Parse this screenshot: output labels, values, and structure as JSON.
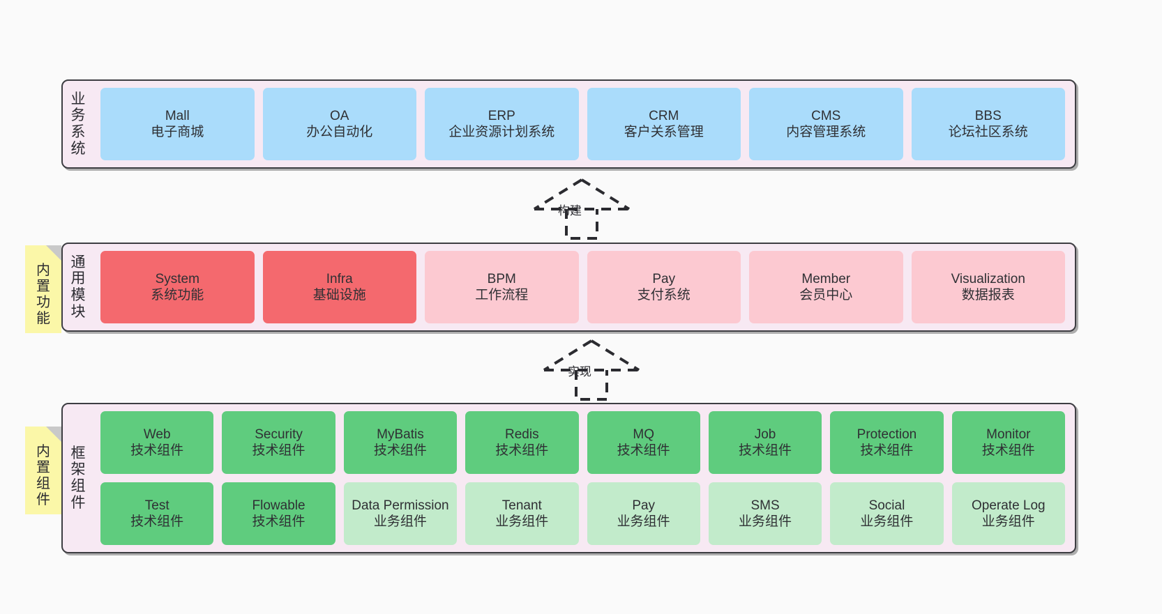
{
  "diagram": {
    "background": "#fafafa",
    "container_fill": "#f7e9f3",
    "container_border": "#3d3d42",
    "sticky_fill": "#fbf7a8"
  },
  "layers": [
    {
      "id": "business",
      "label_chars": [
        "业",
        "务",
        "系",
        "统"
      ],
      "label_text": "业务系统",
      "color": "#aadcfb",
      "cards": [
        {
          "en": "Mall",
          "cn": "电子商城",
          "style": "c-blue"
        },
        {
          "en": "OA",
          "cn": "办公自动化",
          "style": "c-blue"
        },
        {
          "en": "ERP",
          "cn": "企业资源计划系统",
          "style": "c-blue"
        },
        {
          "en": "CRM",
          "cn": "客户关系管理",
          "style": "c-blue"
        },
        {
          "en": "CMS",
          "cn": "内容管理系统",
          "style": "c-blue"
        },
        {
          "en": "BBS",
          "cn": "论坛社区系统",
          "style": "c-blue"
        }
      ]
    },
    {
      "id": "common",
      "label_chars": [
        "通",
        "用",
        "模",
        "块"
      ],
      "label_text": "通用模块",
      "color": "#f4696e",
      "cards": [
        {
          "en": "System",
          "cn": "系统功能",
          "style": "c-red"
        },
        {
          "en": "Infra",
          "cn": "基础设施",
          "style": "c-red"
        },
        {
          "en": "BPM",
          "cn": "工作流程",
          "style": "c-pink"
        },
        {
          "en": "Pay",
          "cn": "支付系统",
          "style": "c-pink"
        },
        {
          "en": "Member",
          "cn": "会员中心",
          "style": "c-pink"
        },
        {
          "en": "Visualization",
          "cn": "数据报表",
          "style": "c-pink"
        }
      ]
    },
    {
      "id": "framework",
      "label_chars": [
        "框",
        "架",
        "组",
        "件"
      ],
      "label_text": "框架组件",
      "color": "#5fcc7e",
      "cards": [
        {
          "en": "Web",
          "cn": "技术组件",
          "style": "c-green"
        },
        {
          "en": "Security",
          "cn": "技术组件",
          "style": "c-green"
        },
        {
          "en": "MyBatis",
          "cn": "技术组件",
          "style": "c-green"
        },
        {
          "en": "Redis",
          "cn": "技术组件",
          "style": "c-green"
        },
        {
          "en": "MQ",
          "cn": "技术组件",
          "style": "c-green"
        },
        {
          "en": "Job",
          "cn": "技术组件",
          "style": "c-green"
        },
        {
          "en": "Protection",
          "cn": "技术组件",
          "style": "c-green"
        },
        {
          "en": "Monitor",
          "cn": "技术组件",
          "style": "c-green"
        },
        {
          "en": "Test",
          "cn": "技术组件",
          "style": "c-green"
        },
        {
          "en": "Flowable",
          "cn": "技术组件",
          "style": "c-green"
        },
        {
          "en": "Data Permission",
          "cn": "业务组件",
          "style": "c-greenlight"
        },
        {
          "en": "Tenant",
          "cn": "业务组件",
          "style": "c-greenlight"
        },
        {
          "en": "Pay",
          "cn": "业务组件",
          "style": "c-greenlight"
        },
        {
          "en": "SMS",
          "cn": "业务组件",
          "style": "c-greenlight"
        },
        {
          "en": "Social",
          "cn": "业务组件",
          "style": "c-greenlight"
        },
        {
          "en": "Operate Log",
          "cn": "业务组件",
          "style": "c-greenlight"
        }
      ]
    }
  ],
  "stickies": [
    {
      "id": "common",
      "chars": [
        "内",
        "置",
        "功",
        "能"
      ],
      "text": "内置功能"
    },
    {
      "id": "framework",
      "chars": [
        "内",
        "置",
        "组",
        "件"
      ],
      "text": "内置组件"
    }
  ],
  "connectors": [
    {
      "id": "build",
      "label": "构建",
      "from": "通用模块",
      "to": "业务系统",
      "style": "dashed-generalization"
    },
    {
      "id": "realize",
      "label": "实现",
      "from": "框架组件",
      "to": "通用模块",
      "style": "dashed-generalization"
    }
  ]
}
